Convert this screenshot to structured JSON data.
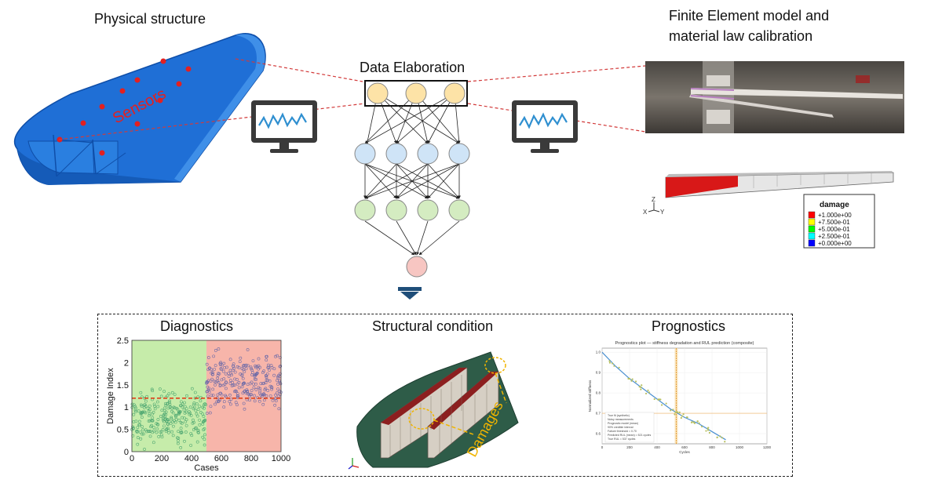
{
  "titles": {
    "physical": "Physical structure",
    "fe_line1": "Finite Element model and",
    "fe_line2": "material law calibration",
    "data_elab": "Data Elaboration",
    "diagnostics": "Diagnostics",
    "structural": "Structural condition",
    "prognostics": "Prognostics"
  },
  "labels": {
    "sensors": "Sensors",
    "damages": "Damages",
    "triad_z": "Z",
    "triad_x": "X",
    "triad_y": "Y"
  },
  "legend": {
    "title": "damage",
    "entries": [
      {
        "label": "+1.000e+00",
        "color": "#ff0000"
      },
      {
        "label": "+7.500e-01",
        "color": "#ffff00"
      },
      {
        "label": "+5.000e-01",
        "color": "#00ff00"
      },
      {
        "label": "+2.500e-01",
        "color": "#00ffff"
      },
      {
        "label": "+0.000e+00",
        "color": "#0000ff"
      }
    ]
  },
  "colors": {
    "wing": "#1f6fd6",
    "sensor": "#e32020",
    "node_input": "#fde3a7",
    "node_hidden1": "#cfe4f7",
    "node_hidden2": "#d4ecc1",
    "node_output": "#f7c6c2",
    "arrow": "#1f4e79",
    "healthy": "#c6ecaa",
    "damaged": "#f7b5aa",
    "threshold": "#e0401a",
    "damage_highlight": "#f0b400"
  },
  "chart_data": [
    {
      "type": "scatter",
      "title": "Diagnostics",
      "xlabel": "Cases",
      "ylabel": "Damage Index",
      "xlim": [
        0,
        1000
      ],
      "ylim": [
        0,
        2.5
      ],
      "xticks": [
        0,
        200,
        400,
        600,
        800,
        1000
      ],
      "yticks": [
        0,
        0.5,
        1,
        1.5,
        2,
        2.5
      ],
      "regions": [
        {
          "x0": 0,
          "x1": 500,
          "color": "#c6ecaa"
        },
        {
          "x0": 500,
          "x1": 1000,
          "color": "#f7b5aa"
        }
      ],
      "threshold": 1.2,
      "series": [
        {
          "x_range": [
            0,
            500
          ],
          "mean": 0.8,
          "spread": 0.55,
          "color": "#4fa872"
        },
        {
          "x_range": [
            500,
            1000
          ],
          "mean": 1.6,
          "spread": 0.6,
          "color": "#6a6aa8"
        }
      ]
    },
    {
      "type": "line",
      "title": "Prognostics plot — stiffness degradation and RUL prediction (composite)",
      "xlabel": "Cycles",
      "ylabel": "Normalized stiffness",
      "xlim": [
        0,
        1200
      ],
      "ylim": [
        0.55,
        1.02
      ],
      "xticks": [
        0,
        200,
        400,
        600,
        800,
        1000,
        1200
      ],
      "yticks": [
        0.6,
        0.7,
        0.8,
        0.9,
        1.0
      ],
      "failure_threshold": 0.7,
      "predicted_failure": 540,
      "curve": [
        [
          0,
          1.0
        ],
        [
          100,
          0.93
        ],
        [
          200,
          0.87
        ],
        [
          300,
          0.82
        ],
        [
          400,
          0.77
        ],
        [
          500,
          0.72
        ],
        [
          600,
          0.68
        ],
        [
          700,
          0.65
        ],
        [
          800,
          0.61
        ],
        [
          900,
          0.57
        ]
      ],
      "legend": [
        "True fit (synthetic)",
        "Noisy measurements",
        "Prognostic model (mean)",
        "90% credible interval",
        "Failure threshold = 0.70",
        "Predicted RUL (mean) = 521 cycles",
        "True RUL = 537 cycles"
      ]
    }
  ]
}
